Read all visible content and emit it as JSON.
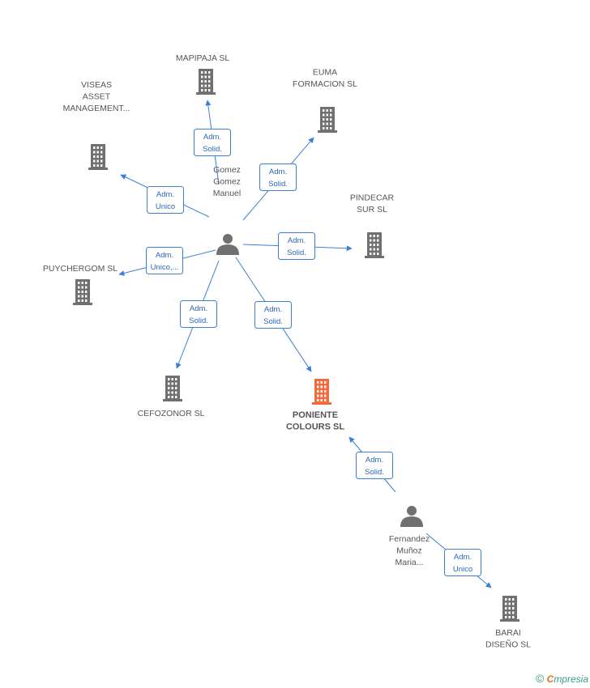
{
  "colors": {
    "edge": "#3a7fd5",
    "building": "#707070",
    "building_main": "#f26a3d",
    "person": "#707070"
  },
  "companies": [
    {
      "id": "mapipaja",
      "lines": [
        "MAPIPAJA  SL"
      ],
      "main": false
    },
    {
      "id": "euma",
      "lines": [
        "EUMA",
        "FORMACION SL"
      ],
      "main": false
    },
    {
      "id": "viseas",
      "lines": [
        "VISEAS",
        "ASSET",
        "MANAGEMENT..."
      ],
      "main": false
    },
    {
      "id": "pindecar",
      "lines": [
        "PINDECAR",
        "SUR SL"
      ],
      "main": false
    },
    {
      "id": "puychergom",
      "lines": [
        "PUYCHERGOM SL"
      ],
      "main": false
    },
    {
      "id": "cefozonor",
      "lines": [
        "CEFOZONOR SL"
      ],
      "main": false
    },
    {
      "id": "poniente",
      "lines": [
        "PONIENTE",
        "COLOURS SL"
      ],
      "main": true
    },
    {
      "id": "barai",
      "lines": [
        "BARAI",
        "DISEÑO SL"
      ],
      "main": false
    }
  ],
  "people": [
    {
      "id": "gomez",
      "lines": [
        "Gomez",
        "Gomez",
        "Manuel"
      ]
    },
    {
      "id": "fernandez",
      "lines": [
        "Fernandez",
        "Muñoz",
        "Maria..."
      ]
    }
  ],
  "edges": [
    {
      "from": "gomez",
      "to": "mapipaja",
      "role": [
        "Adm.",
        "Solid."
      ]
    },
    {
      "from": "gomez",
      "to": "euma",
      "role": [
        "Adm.",
        "Solid."
      ]
    },
    {
      "from": "gomez",
      "to": "viseas",
      "role": [
        "Adm.",
        "Unico"
      ]
    },
    {
      "from": "gomez",
      "to": "pindecar",
      "role": [
        "Adm.",
        "Solid."
      ]
    },
    {
      "from": "gomez",
      "to": "puychergom",
      "role": [
        "Adm.",
        "Unico,..."
      ]
    },
    {
      "from": "gomez",
      "to": "cefozonor",
      "role": [
        "Adm.",
        "Solid."
      ]
    },
    {
      "from": "gomez",
      "to": "poniente",
      "role": [
        "Adm.",
        "Solid."
      ]
    },
    {
      "from": "fernandez",
      "to": "poniente",
      "role": [
        "Adm.",
        "Solid."
      ]
    },
    {
      "from": "fernandez",
      "to": "barai",
      "role": [
        "Adm.",
        "Unico"
      ]
    }
  ],
  "footer": {
    "copyright": "©",
    "brand_initial": "C",
    "brand_rest": "mpresia"
  }
}
